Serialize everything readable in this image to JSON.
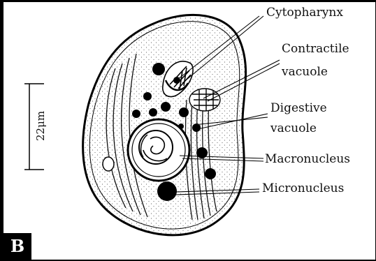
{
  "panel": {
    "letter": "B"
  },
  "scale_bar": {
    "label": "22μm"
  },
  "labels": {
    "cytopharynx": "Cytopharynx",
    "contractile_line1": "Contractile",
    "contractile_line2": "vacuole",
    "digestive_line1": "Digestive",
    "digestive_line2": "vacuole",
    "macronucleus": "Macronucleus",
    "micronucleus": "Micronucleus"
  },
  "colors": {
    "ink": "#111111",
    "background": "#ffffff"
  }
}
